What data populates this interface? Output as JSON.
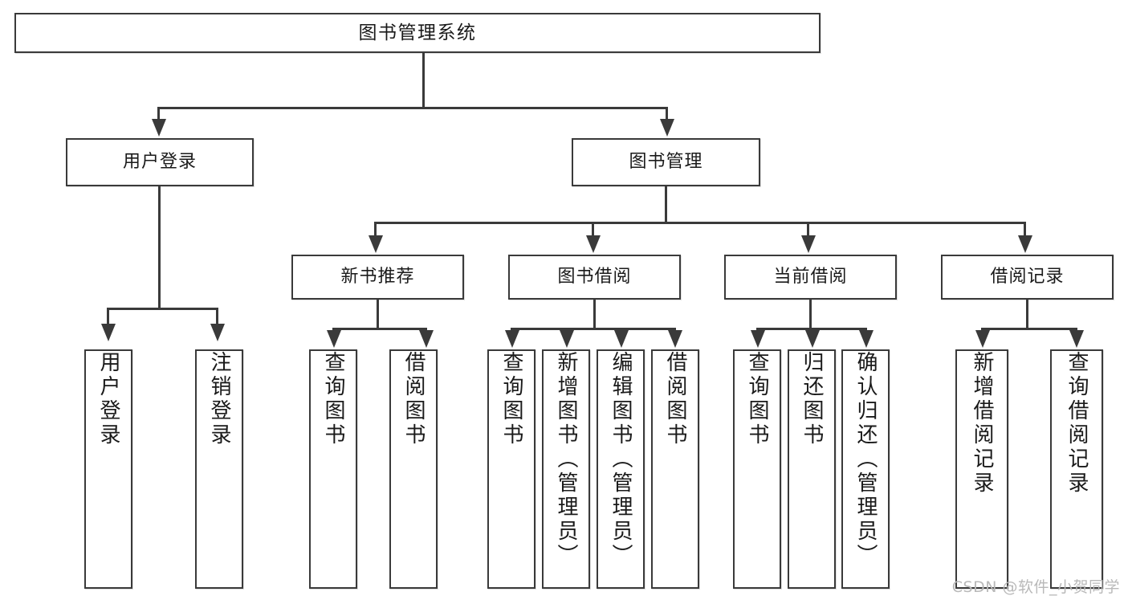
{
  "diagram": {
    "title": "图书管理系统",
    "watermark": "CSDN @软件_小贺同学",
    "root": {
      "label": "图书管理系统"
    },
    "level2": [
      {
        "label": "用户登录"
      },
      {
        "label": "图书管理"
      }
    ],
    "level3": [
      {
        "label": "新书推荐"
      },
      {
        "label": "图书借阅"
      },
      {
        "label": "当前借阅"
      },
      {
        "label": "借阅记录"
      }
    ],
    "leaves": [
      {
        "label": "用户登录"
      },
      {
        "label": "注销登录"
      },
      {
        "label": "查询图书"
      },
      {
        "label": "借阅图书"
      },
      {
        "label": "查询图书"
      },
      {
        "label": "新增图书（管理员）"
      },
      {
        "label": "编辑图书（管理员）"
      },
      {
        "label": "借阅图书"
      },
      {
        "label": "查询图书"
      },
      {
        "label": "归还图书"
      },
      {
        "label": "确认归还（管理员）"
      },
      {
        "label": "新增借阅记录"
      },
      {
        "label": "查询借阅记录"
      }
    ],
    "colors": {
      "stroke": "#3a3a3a",
      "fill": "#ffffff",
      "text": "#1a1a1a",
      "watermark": "#b9b9b9"
    }
  }
}
